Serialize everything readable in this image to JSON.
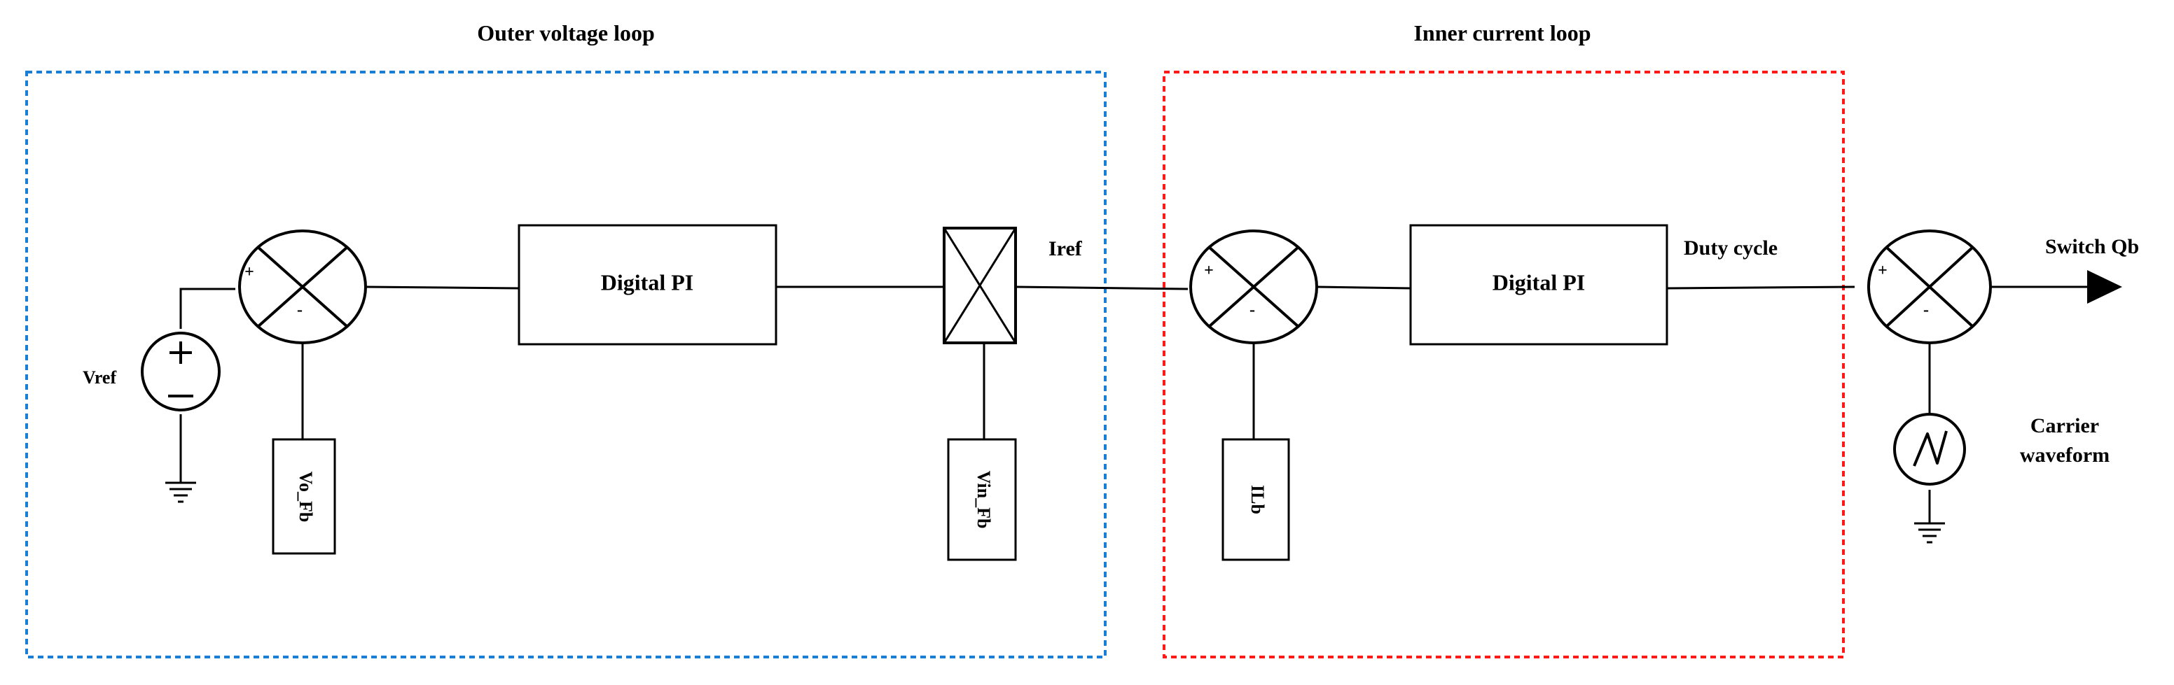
{
  "loops": {
    "outer_title": "Outer voltage loop",
    "inner_title": "Inner current loop",
    "outer_color": "#1a7fd4",
    "inner_color": "#ff1a1a"
  },
  "blocks": {
    "pi_outer": "Digital PI",
    "pi_inner": "Digital PI",
    "vo_fb": "Vo_Fb",
    "vin_fb": "Vin_Fb",
    "ilb": "ILb"
  },
  "signals": {
    "vref": "Vref",
    "iref": "Iref",
    "duty_cycle": "Duty cycle",
    "switch_qb": "Switch Qb",
    "carrier_line1": "Carrier",
    "carrier_line2": "waveform"
  },
  "signs": {
    "plus": "+",
    "minus": "-"
  },
  "icons": [
    "dc-voltage-source-icon",
    "ground-icon",
    "summing-junction-icon",
    "multiplier-icon",
    "ac-carrier-source-icon",
    "output-arrow-icon"
  ]
}
